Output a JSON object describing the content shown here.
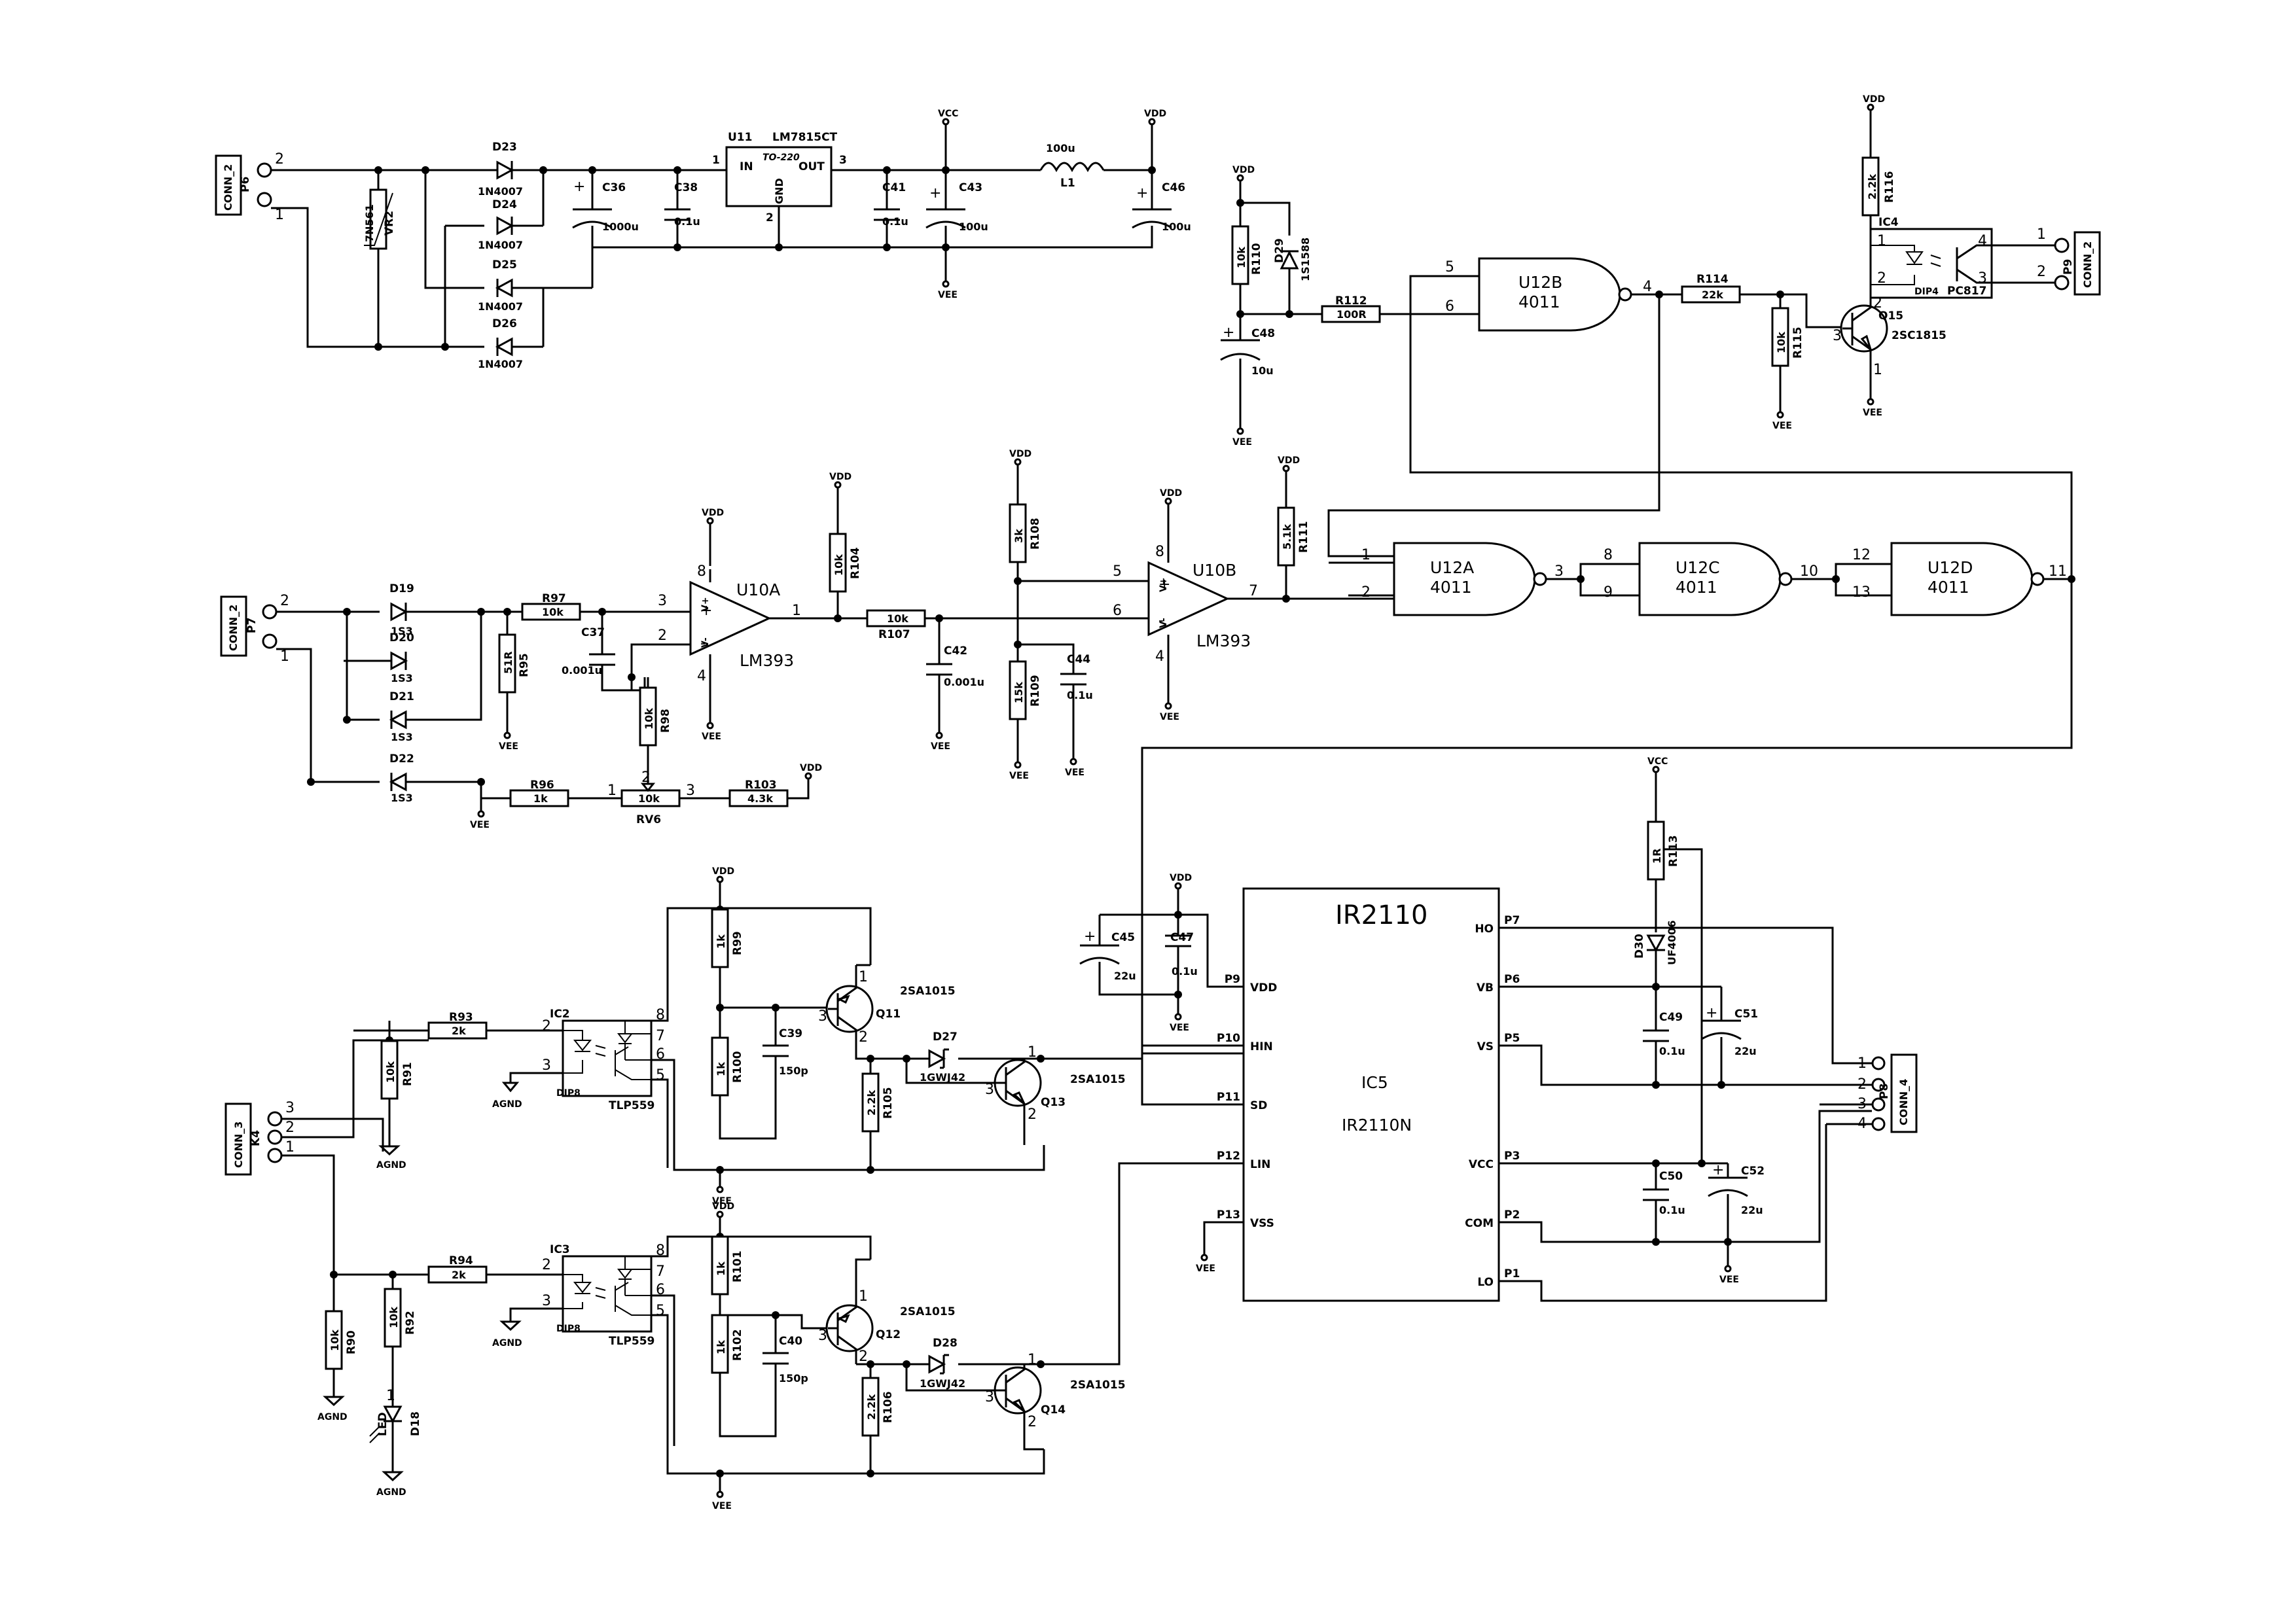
{
  "power": {
    "vdd": "VDD",
    "vee": "VEE",
    "vcc": "VCC",
    "agnd": "AGND"
  },
  "conn": {
    "p6": {
      "ref": "P6",
      "val": "CONN_2",
      "p1": "1",
      "p2": "2"
    },
    "p7": {
      "ref": "P7",
      "val": "CONN_2",
      "p1": "1",
      "p2": "2"
    },
    "k4": {
      "ref": "K4",
      "val": "CONN_3",
      "p1": "1",
      "p2": "2",
      "p3": "3"
    },
    "p9": {
      "ref": "P9",
      "val": "CONN_2",
      "p1": "1",
      "p2": "2"
    },
    "p8": {
      "ref": "P8",
      "val": "CONN_4",
      "p1": "1",
      "p2": "2",
      "p3": "3",
      "p4": "4"
    }
  },
  "u11": {
    "ref": "U11",
    "val": "LM7815CT",
    "pkg": "TO-220",
    "in": "IN",
    "out": "OUT",
    "gnd": "GND",
    "p1": "1",
    "p2": "2",
    "p3": "3"
  },
  "vr2": {
    "ref": "VR2",
    "val": "7N561"
  },
  "diodes": {
    "d23": {
      "ref": "D23",
      "val": "1N4007"
    },
    "d24": {
      "ref": "D24",
      "val": "1N4007"
    },
    "d25": {
      "ref": "D25",
      "val": "1N4007"
    },
    "d26": {
      "ref": "D26",
      "val": "1N4007"
    },
    "d19": {
      "ref": "D19",
      "val": "1S3"
    },
    "d20": {
      "ref": "D20",
      "val": "1S3"
    },
    "d21": {
      "ref": "D21",
      "val": "1S3"
    },
    "d22": {
      "ref": "D22",
      "val": "1S3"
    },
    "d29": {
      "ref": "D29",
      "val": "1S1588"
    },
    "d30": {
      "ref": "D30",
      "val": "UF4006"
    },
    "d27": {
      "ref": "D27",
      "val": "1GWJ42"
    },
    "d28": {
      "ref": "D28",
      "val": "1GWJ42"
    },
    "d18": {
      "ref": "D18",
      "val": "LED"
    }
  },
  "caps": {
    "c36": {
      "ref": "C36",
      "val": "1000u"
    },
    "c38": {
      "ref": "C38",
      "val": "0.1u"
    },
    "c41": {
      "ref": "C41",
      "val": "0.1u"
    },
    "c43": {
      "ref": "C43",
      "val": "100u"
    },
    "c46": {
      "ref": "C46",
      "val": "100u"
    },
    "c48": {
      "ref": "C48",
      "val": "10u"
    },
    "c37": {
      "ref": "C37",
      "val": "0.001u"
    },
    "c42": {
      "ref": "C42",
      "val": "0.001u"
    },
    "c44": {
      "ref": "C44",
      "val": "0.1u"
    },
    "c45": {
      "ref": "C45",
      "val": "22u"
    },
    "c47": {
      "ref": "C47",
      "val": "0.1u"
    },
    "c49": {
      "ref": "C49",
      "val": "0.1u"
    },
    "c51": {
      "ref": "C51",
      "val": "22u"
    },
    "c50": {
      "ref": "C50",
      "val": "0.1u"
    },
    "c52": {
      "ref": "C52",
      "val": "22u"
    },
    "c39": {
      "ref": "C39",
      "val": "150p"
    },
    "c40": {
      "ref": "C40",
      "val": "150p"
    }
  },
  "l1": {
    "ref": "L1",
    "val": "100u"
  },
  "res": {
    "r110": {
      "ref": "R110",
      "val": "10k"
    },
    "r112": {
      "ref": "R112",
      "val": "100R"
    },
    "r114": {
      "ref": "R114",
      "val": "22k"
    },
    "r115": {
      "ref": "R115",
      "val": "10k"
    },
    "r116": {
      "ref": "R116",
      "val": "2.2k"
    },
    "r97": {
      "ref": "R97",
      "val": "10k"
    },
    "r95": {
      "ref": "R95",
      "val": "51R"
    },
    "r98": {
      "ref": "R98",
      "val": "10k"
    },
    "r96": {
      "ref": "R96",
      "val": "1k"
    },
    "r103": {
      "ref": "R103",
      "val": "4.3k"
    },
    "r104": {
      "ref": "R104",
      "val": "10k"
    },
    "r107": {
      "ref": "R107",
      "val": "10k"
    },
    "r108": {
      "ref": "R108",
      "val": "3k"
    },
    "r109": {
      "ref": "R109",
      "val": "15k"
    },
    "r111": {
      "ref": "R111",
      "val": "5.1k"
    },
    "r113": {
      "ref": "R113",
      "val": "1R"
    },
    "r93": {
      "ref": "R93",
      "val": "2k"
    },
    "r91": {
      "ref": "R91",
      "val": "10k"
    },
    "r99": {
      "ref": "R99",
      "val": "1k"
    },
    "r100": {
      "ref": "R100",
      "val": "1k"
    },
    "r105": {
      "ref": "R105",
      "val": "2.2k"
    },
    "r94": {
      "ref": "R94",
      "val": "2k"
    },
    "r90": {
      "ref": "R90",
      "val": "10k"
    },
    "r92": {
      "ref": "R92",
      "val": "10k"
    },
    "r101": {
      "ref": "R101",
      "val": "1k"
    },
    "r102": {
      "ref": "R102",
      "val": "1k"
    },
    "r106": {
      "ref": "R106",
      "val": "2.2k"
    }
  },
  "rv6": {
    "ref": "RV6",
    "val": "10k",
    "p1": "1",
    "p2": "2",
    "p3": "3"
  },
  "u10a": {
    "ref": "U10A",
    "val": "LM393",
    "pp": "3",
    "pn": "2",
    "out": "1",
    "v8": "8",
    "v4": "4",
    "vp": "V+",
    "vm": "V-"
  },
  "u10b": {
    "ref": "U10B",
    "val": "LM393",
    "pp": "5",
    "pn": "6",
    "out": "7",
    "v8": "8",
    "v4": "4",
    "vp": "V+",
    "vm": "V-"
  },
  "u12a": {
    "ref": "U12A",
    "val": "4011",
    "a": "1",
    "b": "2",
    "y": "3"
  },
  "u12b": {
    "ref": "U12B",
    "val": "4011",
    "a": "5",
    "b": "6",
    "y": "4"
  },
  "u12c": {
    "ref": "U12C",
    "val": "4011",
    "a": "8",
    "b": "9",
    "y": "10"
  },
  "u12d": {
    "ref": "U12D",
    "val": "4011",
    "a": "12",
    "b": "13",
    "y": "11"
  },
  "ic4": {
    "ref": "IC4",
    "val": "PC817",
    "pkg": "DIP4",
    "p1": "1",
    "p2": "2",
    "p3": "3",
    "p4": "4"
  },
  "q15": {
    "ref": "Q15",
    "val": "2SC1815",
    "p1": "1",
    "p2": "2",
    "p3": "3"
  },
  "ic2": {
    "ref": "IC2",
    "val": "TLP559",
    "pkg": "DIP8",
    "p2": "2",
    "p3": "3",
    "p5": "5",
    "p6": "6",
    "p7": "7",
    "p8": "8"
  },
  "ic3": {
    "ref": "IC3",
    "val": "TLP559",
    "pkg": "DIP8",
    "p2": "2",
    "p3": "3",
    "p5": "5",
    "p6": "6",
    "p7": "7",
    "p8": "8"
  },
  "q11": {
    "ref": "Q11",
    "val": "2SA1015",
    "p1": "1",
    "p2": "2",
    "p3": "3"
  },
  "q13": {
    "ref": "Q13",
    "val": "2SA1015",
    "p1": "1",
    "p2": "2",
    "p3": "3"
  },
  "q12": {
    "ref": "Q12",
    "val": "2SA1015",
    "p1": "1",
    "p2": "2",
    "p3": "3"
  },
  "q14": {
    "ref": "Q14",
    "val": "2SA1015",
    "p1": "1",
    "p2": "2",
    "p3": "3"
  },
  "ic5": {
    "title": "IR2110",
    "ref": "IC5",
    "val": "IR2110N",
    "left": [
      {
        "pin": "P9",
        "name": "VDD"
      },
      {
        "pin": "P10",
        "name": "HIN"
      },
      {
        "pin": "P11",
        "name": "SD"
      },
      {
        "pin": "P12",
        "name": "LIN"
      },
      {
        "pin": "P13",
        "name": "VSS"
      }
    ],
    "right": [
      {
        "pin": "P7",
        "name": "HO"
      },
      {
        "pin": "P6",
        "name": "VB"
      },
      {
        "pin": "P5",
        "name": "VS"
      },
      {
        "pin": "P3",
        "name": "VCC"
      },
      {
        "pin": "P2",
        "name": "COM"
      },
      {
        "pin": "P1",
        "name": "LO"
      }
    ]
  },
  "d18pin": "1"
}
